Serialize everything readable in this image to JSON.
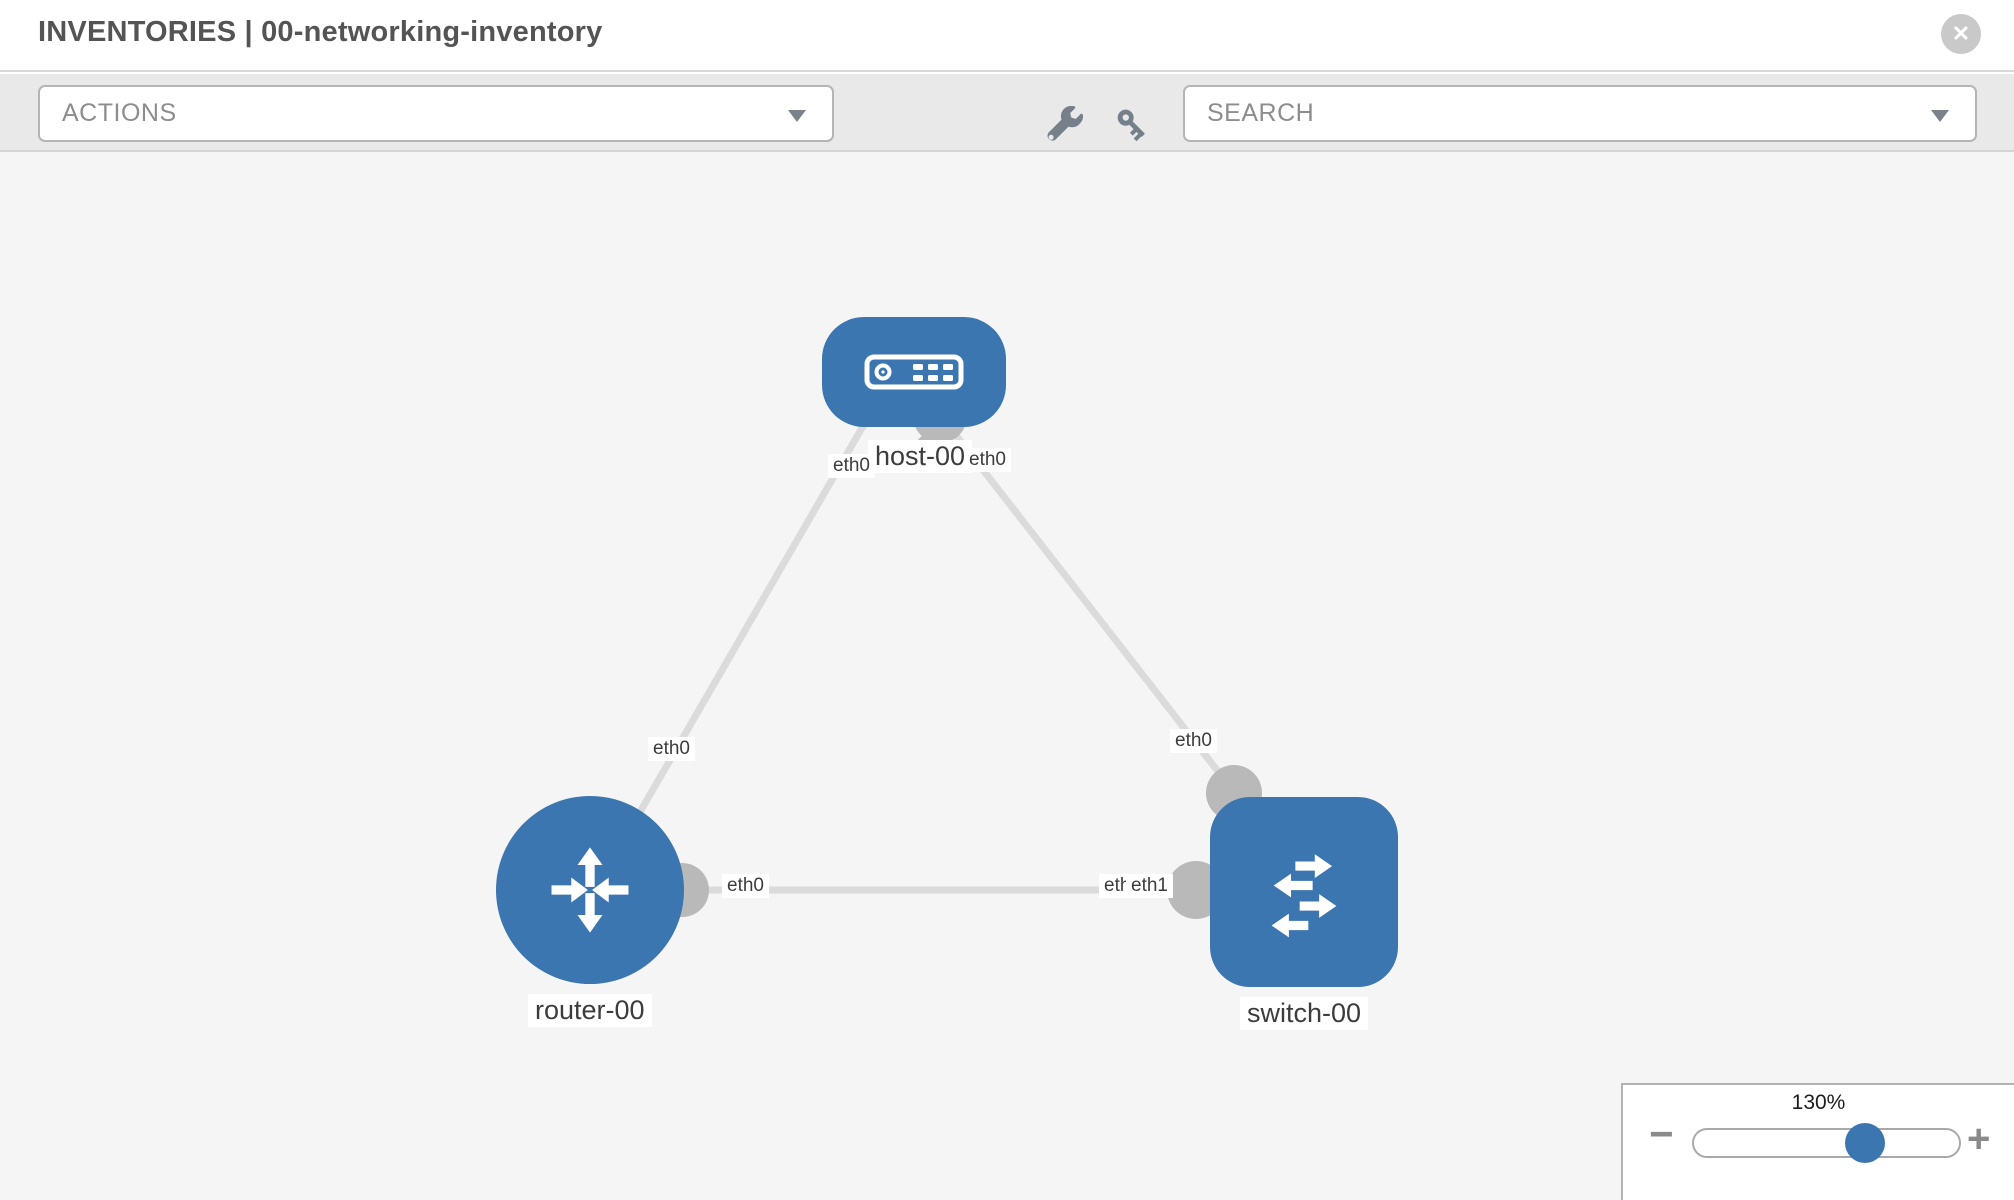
{
  "header": {
    "title": "INVENTORIES | 00-networking-inventory",
    "close_glyph": "✕"
  },
  "toolbar": {
    "actions_label": "ACTIONS",
    "search_label": "SEARCH",
    "icons": [
      "wrench-icon",
      "key-icon"
    ]
  },
  "topology": {
    "nodes": [
      {
        "label": "host-00",
        "type": "host"
      },
      {
        "label": "router-00",
        "type": "router"
      },
      {
        "label": "switch-00",
        "type": "switch"
      }
    ],
    "interfaces": {
      "host_left": "eth0",
      "host_right": "eth0",
      "router_top": "eth0",
      "router_right": "eth0",
      "mid_back": "eth0",
      "mid_front": "eth1",
      "switch_top": "eth0"
    },
    "links": [
      {
        "from": "host-00",
        "to": "router-00"
      },
      {
        "from": "host-00",
        "to": "switch-00"
      },
      {
        "from": "router-00",
        "to": "switch-00"
      }
    ],
    "colors": {
      "node": "#3c76b0",
      "link": "#dbdbdb",
      "endpoint": "#b9b9b9"
    }
  },
  "zoom": {
    "level": "130%",
    "out_glyph": "−",
    "in_glyph": "+"
  }
}
